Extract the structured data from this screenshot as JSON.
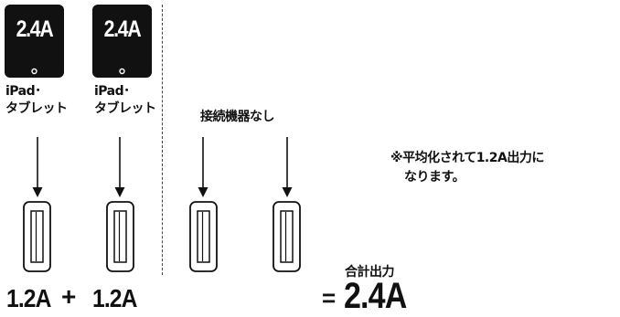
{
  "devices": [
    {
      "screen_value": "2.4A",
      "label_line1": "iPad･",
      "label_line2": "タブレット"
    },
    {
      "screen_value": "2.4A",
      "label_line1": "iPad･",
      "label_line2": "タブレット"
    }
  ],
  "no_device_label": "接続機器なし",
  "note": {
    "line1": "※平均化されて1.2A出力に",
    "line2": "なります。"
  },
  "port_outputs": [
    "1.2A",
    "1.2A"
  ],
  "plus_sign": "+",
  "total": {
    "label": "合計出力",
    "equals": "=",
    "value": "2.4A"
  },
  "colors": {
    "tablet_body": "#111111",
    "text": "#111111",
    "divider": "#444444"
  }
}
